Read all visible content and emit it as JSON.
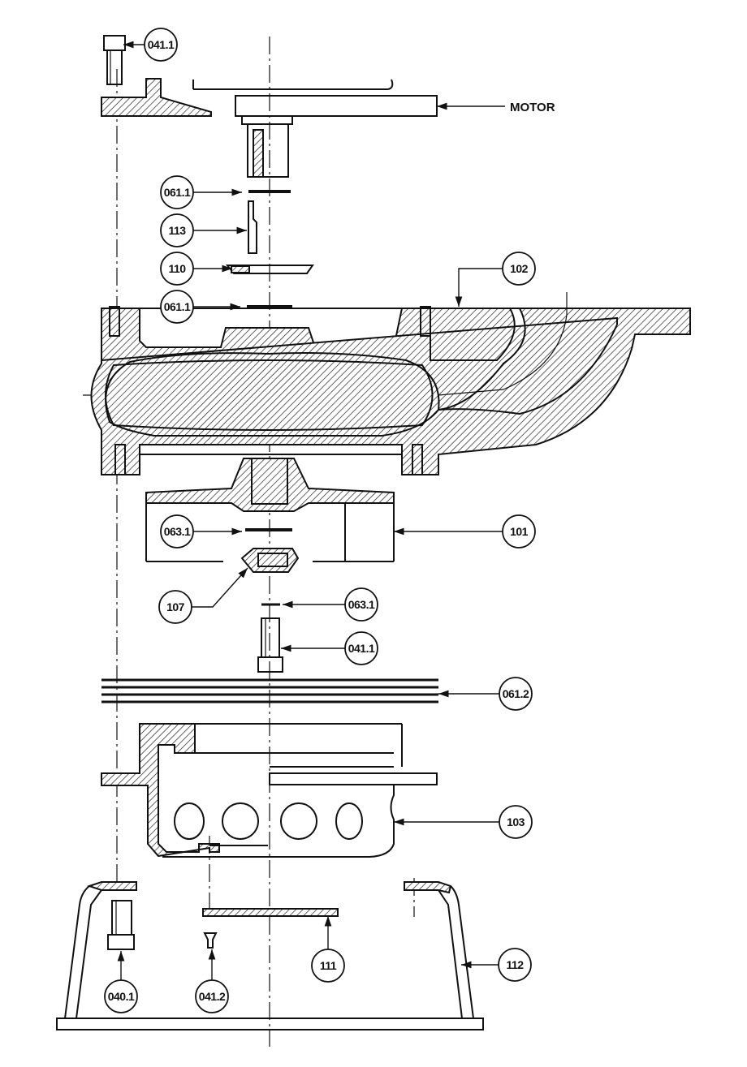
{
  "labels": {
    "motor": "MOTOR",
    "b041_1_top": "041.1",
    "b061_1_a": "061.1",
    "b113": "113",
    "b110": "110",
    "b061_1_b": "061.1",
    "b102": "102",
    "b101": "101",
    "b063_1_a": "063.1",
    "b107": "107",
    "b063_1_b": "063.1",
    "b041_1_mid": "041.1",
    "b061_2": "061.2",
    "b103": "103",
    "b111": "111",
    "b112": "112",
    "b040_1": "040.1",
    "b041_2": "041.2"
  },
  "style": {
    "line_color": "#111111",
    "background": "#ffffff"
  }
}
